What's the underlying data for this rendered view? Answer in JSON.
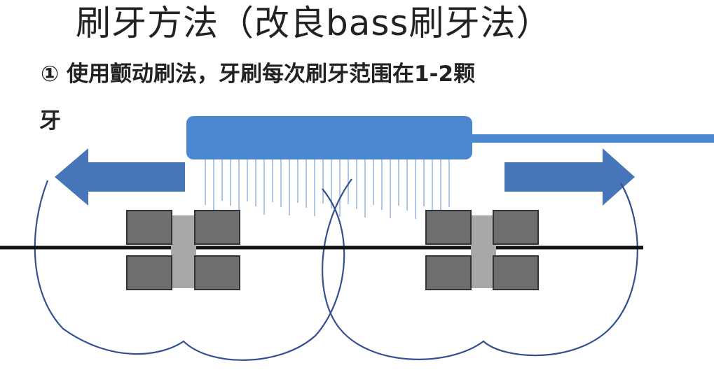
{
  "title": "刷牙方法（改良bass刷牙法）",
  "instruction": {
    "line1": "① 使用颤动刷法，牙刷每次刷牙范围在1-2颗",
    "line2": "牙"
  },
  "colors": {
    "toothbrush": "#4b86d1",
    "bristles": "#9ab8e0",
    "arrow": "#4676b8",
    "tooth_block": "#6e6e6e",
    "tooth_gap": "#a8a8a8",
    "outline": "#34508f",
    "baseline": "#111111"
  }
}
